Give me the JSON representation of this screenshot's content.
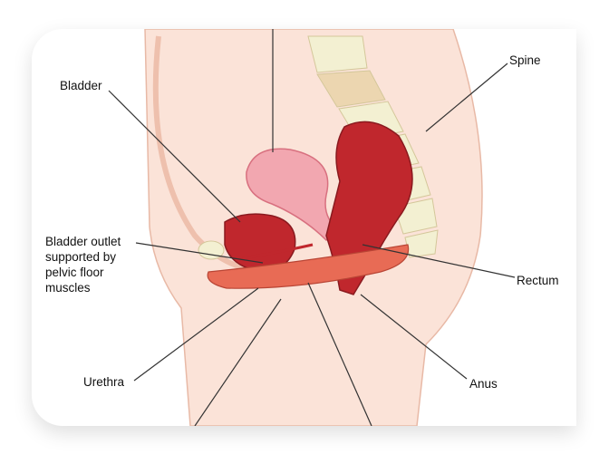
{
  "labels": {
    "bladder": "Bladder",
    "spine": "Spine",
    "bladder_outlet": [
      "Bladder outlet",
      "supported by",
      "pelvic floor",
      "muscles"
    ],
    "rectum": "Rectum",
    "urethra": "Urethra",
    "anus": "Anus"
  },
  "colors": {
    "skin": "#fbe3d8",
    "bone": "#f3f0d2",
    "organ": "#c0272d",
    "uterus": "#f2a7b0",
    "muscle": "#e86b55"
  }
}
